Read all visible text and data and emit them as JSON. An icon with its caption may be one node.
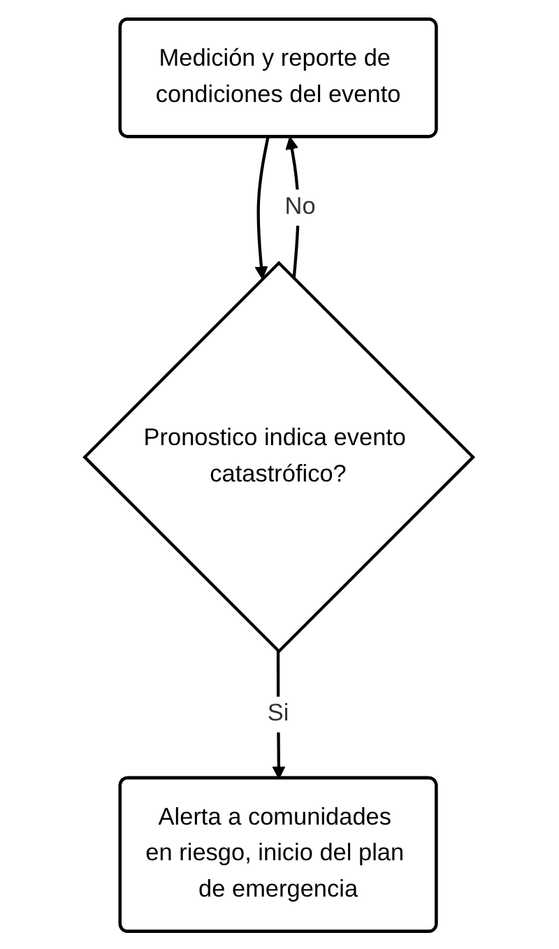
{
  "diagram": {
    "nodes": [
      {
        "text": [
          "Medición y reporte de condiciones del evento"
        ]
      },
      {
        "text": [
          "Pronostico indica evento catastrófico?"
        ]
      },
      {
        "text": [
          "Alerta a comunidades en riesgo, inicio del plan de emergencia"
        ]
      }
    ],
    "edges": [
      {
        "from": 0,
        "to": 1,
        "arrow": "to"
      },
      {
        "from": 1,
        "to": 0,
        "arrow": "to",
        "label": "No"
      },
      {
        "from": 1,
        "to": 2,
        "arrow": "to",
        "label": "Si"
      }
    ]
  }
}
